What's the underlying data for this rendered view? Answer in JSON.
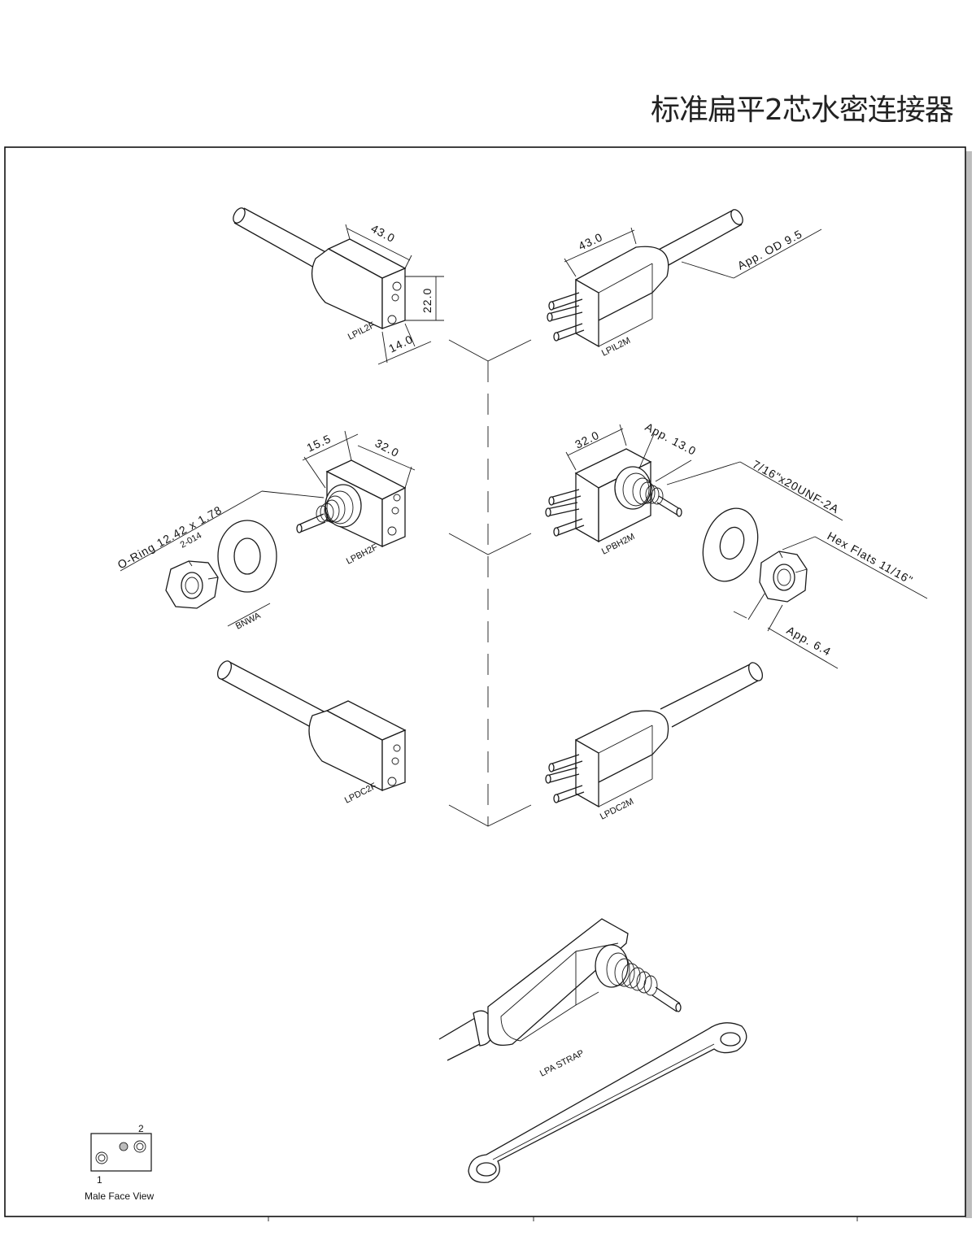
{
  "title": "标准扁平2芯水密连接器",
  "parts": {
    "lpil2f": "LPIL2F",
    "lpil2m": "LPIL2M",
    "lpbh2f": "LPBH2F",
    "lpbh2m": "LPBH2M",
    "lpdc2f": "LPDC2F",
    "lpdc2m": "LPDC2M",
    "lpa_strap": "LPA STRAP",
    "bnwa": "BNWA"
  },
  "dims": {
    "d43_left": "43.0",
    "d22": "22.0",
    "d14": "14.0",
    "d43_right": "43.0",
    "od": "App. OD 9.5",
    "d155": "15.5",
    "d32_left": "32.0",
    "oring": "O-Ring 12.42 x 1.78",
    "oring_code": "2-014",
    "d32_right": "32.0",
    "app13": "App. 13.0",
    "thread": "7/16\"x20UNF-2A",
    "hex": "Hex Flats 11/16\"",
    "app64": "App. 6.4"
  },
  "legend": {
    "title": "Male Face View",
    "pin1": "1",
    "pin2": "2"
  }
}
